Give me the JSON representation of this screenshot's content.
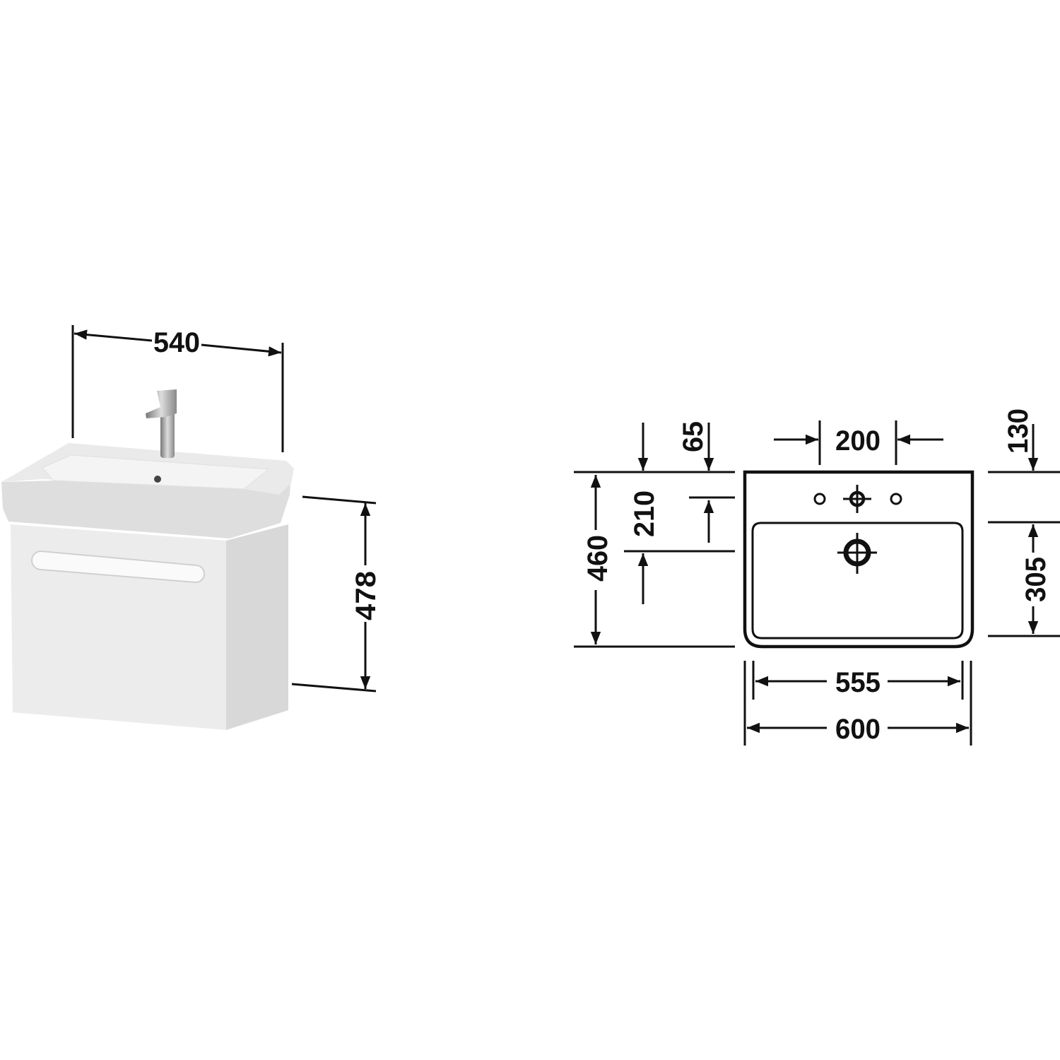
{
  "vanity_view": {
    "width_label": "540",
    "cabinet_height_label": "478"
  },
  "basin_plan_view": {
    "depth_label": "460",
    "tap_hole_offset_label": "65",
    "drain_offset_label": "210",
    "tap_hole_spacing_label": "200",
    "rear_to_bowl_label": "130",
    "bowl_depth_label": "305",
    "bowl_width_label": "555",
    "overall_width_label": "600"
  },
  "colors": {
    "line": "#111111",
    "ceramic": "#e6e6e6",
    "cabinet": "#ededed",
    "background": "#ffffff"
  }
}
